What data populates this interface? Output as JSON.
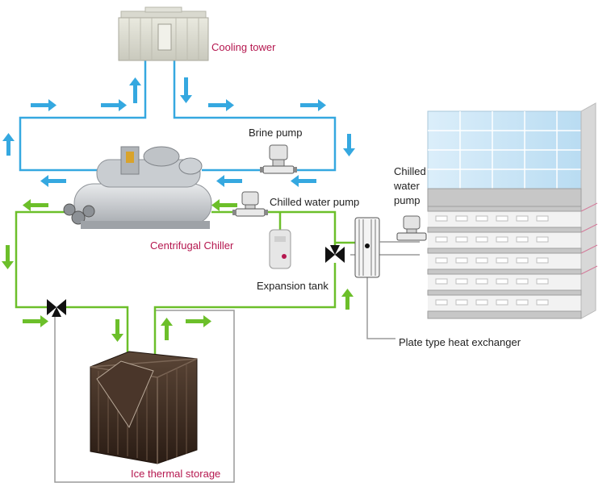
{
  "labels": {
    "cooling_tower": "Cooling tower",
    "brine_pump": "Brine pump",
    "chilled_water_pump_left": "Chilled water pump",
    "centrifugal_chiller": "Centrifugal Chiller",
    "expansion_tank": "Expansion tank",
    "chilled_water_pump_right_line1": "Chilled",
    "chilled_water_pump_right_line2": "water",
    "chilled_water_pump_right_line3": "pump",
    "plate_heat_exchanger": "Plate type heat exchanger",
    "ice_thermal_storage": "Ice thermal storage"
  },
  "colors": {
    "brine_loop": "#35a8e0",
    "chilled_loop": "#6cbf2a",
    "return_line": "#9a9a9a",
    "label_accent": "#b5174f",
    "label_text": "#222222"
  }
}
